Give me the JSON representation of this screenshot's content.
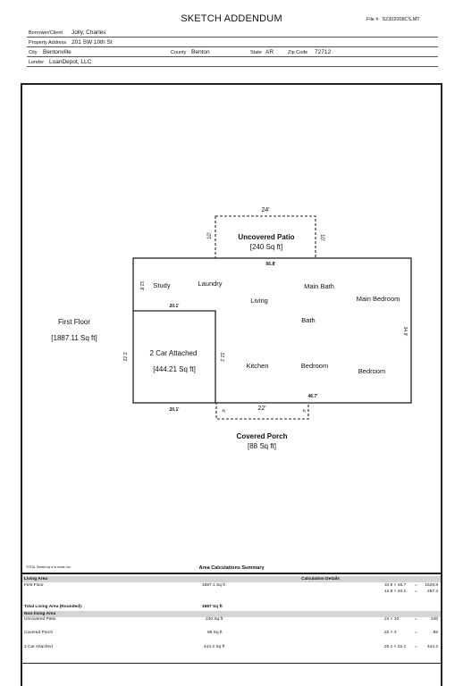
{
  "header": {
    "title": "SKETCH ADDENDUM",
    "file_label": "File #",
    "file_value": "S2302008CS.MT",
    "borrower_label": "Borrower/Client",
    "borrower_value": "Jolly, Charles",
    "address_label": "Property Address",
    "address_value": "201 SW 10th St",
    "city_label": "City",
    "city_value": "Bentonville",
    "county_label": "County",
    "county_value": "Benton",
    "state_label": "State",
    "state_value": "AR",
    "zip_label": "Zip Code",
    "zip_value": "72712",
    "lender_label": "Lender",
    "lender_value": "LoanDepot, LLC"
  },
  "sketch": {
    "first_floor_label": "First Floor",
    "first_floor_area": "[1887.11 Sq ft]",
    "patio_label": "Uncovered Patio",
    "patio_area": "[240 Sq ft]",
    "porch_label": "Covered Porch",
    "porch_area": "[88 Sq ft]",
    "garage_label": "2 Car Attached",
    "garage_area": "[444.21 Sq ft]",
    "rooms": {
      "study": "Study",
      "laundry": "Laundry",
      "living": "Living",
      "main_bath": "Main Bath",
      "main_bedroom": "Main Bedroom",
      "bath": "Bath",
      "kitchen": "Kitchen",
      "bedroom_1": "Bedroom",
      "bedroom_2": "Bedroom"
    },
    "dims": {
      "patio_width": "24'",
      "patio_left": "10'",
      "patio_right": "10'",
      "top": "66.8'",
      "study_side": "12.8'",
      "garage_top": "20.1'",
      "right_side": "34.9'",
      "garage_left": "22.1'",
      "garage_right": "22.1'",
      "lower_right": "46.7'",
      "bottom_left": "20.1'",
      "porch_width": "22'",
      "porch_left": "4'",
      "porch_right": "4'"
    }
  },
  "area_calc": {
    "credit": "TOTAL Sketch by a la mode, inc.",
    "title": "Area Calculations Summary",
    "living_header": "Living Area",
    "calc_header": "Calculation Details",
    "first_floor_name": "First Floor",
    "first_floor_value": "1887.1 Sq ft",
    "first_floor_calcs": [
      {
        "expr": "34.9 × 46.7",
        "eq": "=",
        "result": "1629.8"
      },
      {
        "expr": "12.8 × 20.1",
        "eq": "=",
        "result": "257.3"
      }
    ],
    "total_label": "Total Living Area (Rounded):",
    "total_value": "1887 Sq ft",
    "nonliving_header": "Non-living Area",
    "nonliving": [
      {
        "name": "Uncovered Patio",
        "value": "240 Sq ft",
        "expr": "24 × 10",
        "eq": "=",
        "result": "240"
      },
      {
        "name": "Covered Porch",
        "value": "88 Sq ft",
        "expr": "22 × 4",
        "eq": "=",
        "result": "88"
      },
      {
        "name": "2 Car Attached",
        "value": "444.2 Sq ft",
        "expr": "20.1 × 22.1",
        "eq": "=",
        "result": "444.2"
      }
    ]
  }
}
